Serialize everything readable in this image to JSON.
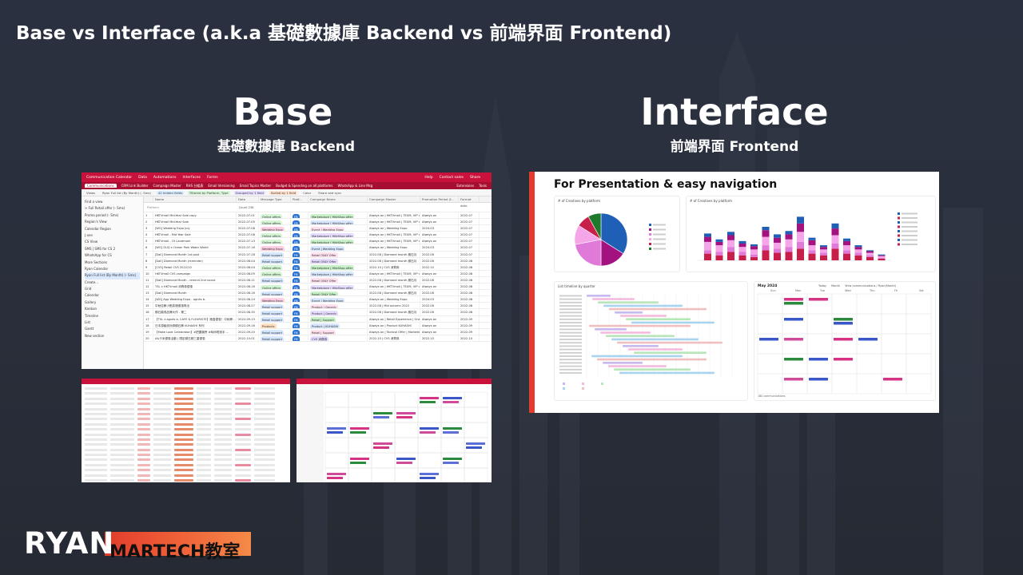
{
  "slide": {
    "title": "Base vs Interface (a.k.a 基礎數據庫 Backend vs 前端界面 Frontend)"
  },
  "base": {
    "heading": "Base",
    "subheading": "基礎數據庫 Backend",
    "screenshot": {
      "app_title": "Communication Calendar",
      "top_menu": [
        "Data",
        "Automations",
        "Interfaces",
        "Forms"
      ],
      "top_right": [
        "Help",
        "Contact sales",
        "Share"
      ],
      "tabs": [
        "Communications",
        "CRM Link Builder",
        "Campaign Master",
        "RHS 分組表",
        "Email Versioning",
        "Email Topics Master",
        "Budget & Spending on all platforms",
        "WhatsApp & Line Msg"
      ],
      "tabs_right": [
        "Extensions",
        "Tools"
      ],
      "toolbar": [
        "Views",
        "Ryan Full list (By Month) (- Sms)",
        "42 hidden fields",
        "Filtered by Platform, Type",
        "Grouped by 1 field",
        "Sorted by 1 field",
        "Color",
        "Share and sync"
      ],
      "sidebar": [
        "Find a view",
        "> Full Retail offer (- Sms)",
        "Promo period (- Sms)",
        "Region's View",
        "Calendar Region",
        "J one",
        "CS View",
        "SMS | SMS for CS 2",
        "WhatsApp for CS",
        "More Sections",
        "Ryan Calendar",
        "Ryan Full list (By Month) (- Sms)",
        "Create...",
        "Grid",
        "Calendar",
        "Gallery",
        "Kanban",
        "Timeline",
        "List",
        "Gantt",
        "New section"
      ],
      "columns": [
        "",
        "Name",
        "Date",
        "Message Type",
        "Platf...",
        "Campaign Name",
        "Campaign Master",
        "Promotion Period (f...",
        "Format date"
      ],
      "group_label": "Platform",
      "group_count": "Count 238",
      "rows": [
        [
          "1",
          "HKTVmall Mid-Year Sale copy",
          "2022-07-01",
          "Online offers",
          "FB",
          "Marketplace | HKeShop offer",
          "Always on | HKTVmall | TEUM, VIP day",
          "Always on",
          "2022-07"
        ],
        [
          "2",
          "HKTVmall Mid-Year Sale",
          "2022-07-05",
          "Online offers",
          "FB",
          "Marketplace | HKeShop offer",
          "Always on | HKTVmall | TEUM, VIP day",
          "Always on",
          "2022-07"
        ],
        [
          "3",
          "[WG] Wedding Expo July",
          "2022-07-08",
          "Wedding Expo",
          "FB",
          "Event | Wedding Expo",
          "Always on | Wedding Expo",
          "2024.03",
          "2022-07"
        ],
        [
          "4",
          "HKTVmall - Mid Year Sale",
          "2022-07-08",
          "Online offers",
          "FB",
          "Marketplace | HKeShop offer",
          "Always on | HKTVmall | TEUM, VIP day",
          "Always on",
          "2022-07"
        ],
        [
          "5",
          "HKTVmall - 15 Landmark",
          "2022-07-13",
          "Online offers",
          "FB",
          "Marketplace | HKeShop offer",
          "Always on | HKTVmall | TEUM, VIP day",
          "Always on",
          "2022-07"
        ],
        [
          "6",
          "[WG] GUQ x Ocean Park Water World",
          "2022-07-16",
          "Wedding Expo",
          "FB",
          "Event | Wedding Expo",
          "Always on | Wedding Expo",
          "2024.03",
          "2022-07"
        ],
        [
          "7",
          "[Dall] Diamond Month 1st post",
          "2022-07-28",
          "Retail support",
          "FB",
          "Retail ONLY Offer",
          "2022.08 | Diamond month 鑽石月",
          "2022.08",
          "2022-07"
        ],
        [
          "8",
          "[Dall] Diamond Month (reminder)",
          "2022-08-04",
          "Retail support",
          "FB",
          "Retail ONLY Offer",
          "2022.08 | Diamond month 鑽石月",
          "2022.08",
          "2022-08"
        ],
        [
          "9",
          "[CVS] Retail CVS 2022/10",
          "2022-08-04",
          "Online offers",
          "FB",
          "Marketplace | HKeShop offer",
          "2022.10 | CVS 消費券",
          "2022.10",
          "2022-08"
        ],
        [
          "10",
          "HKTVmall CVS campaign",
          "2022-08-09",
          "Online offers",
          "FB",
          "Marketplace | HKeShop offer",
          "Always on | HKTVmall | TEUM, VIP day",
          "Always on",
          "2022-08"
        ],
        [
          "11",
          "[Dall] Diamond Month - remind 2nd round",
          "2022-08-11",
          "Retail support",
          "FB",
          "Retail ONLY Offer",
          "2022.08 | Diamond month 鑽石月",
          "2022.08",
          "2022-08"
        ],
        [
          "12",
          "TSL x HKTVmall 消費券優惠",
          "2022-08-16",
          "Online offers",
          "FB",
          "Marketplace | HKeShop offer",
          "Always on | HKTVmall | TEUM, VIP day",
          "Always on",
          "2022-08"
        ],
        [
          "13",
          "[Dall] Diamond Month",
          "2022-08-16",
          "Retail support",
          "FB",
          "Retail ONLY Offer",
          "2022.08 | Diamond month 鑽石月",
          "2022.08",
          "2022-08"
        ],
        [
          "14",
          "[WG] App Wedding Expo - agnès b.",
          "2022-08-24",
          "Wedding Expo",
          "FB",
          "Event | Wedding Expo",
          "Always on | Wedding Expo",
          "2024.03",
          "2022-08"
        ],
        [
          "15",
          "中秋佳節小點茶禮優惠再出",
          "2022-08-27",
          "Retail support",
          "FB",
          "Product | Generic",
          "2022.08 | Mid autumn 2022",
          "2022.08",
          "2022-08"
        ],
        [
          "16",
          "鑽石婚戒品牌大作 - 第二",
          "2022-08-30",
          "Retail support",
          "FB",
          "Product | Generic",
          "2022.08 | Diamond month 鑽石月",
          "2022.08",
          "2022-08"
        ],
        [
          "17",
          "【TSL x agnès b. CAFE & FLEURISTE】禮盒優惠！中秋節 …",
          "2022-09-13",
          "Retail support",
          "FB",
          "Retail | Support",
          "Always on | Retail Experience | One day",
          "Always on",
          "2022-09"
        ],
        [
          "18",
          "日本頂級設計師鑽石飾 KUHASHI 系列",
          "2022-09-16",
          "Products",
          "FB",
          "Product | KUHASHI",
          "Always on | Product KUHASHI",
          "Always on",
          "2022-09"
        ],
        [
          "19",
          "【Make Look Celebration】#把握機會 #時尚唔到手 …",
          "2022-09-20",
          "Retail support",
          "FB",
          "Retail | Support",
          "Always on | Tactical Offer | Marketing",
          "Always on",
          "2022-09"
        ],
        [
          "20",
          "A&卡米優惠活動 | 限定鑽石號三重優惠",
          "2022-10-01",
          "Retail support",
          "FB",
          "CVS 消費券",
          "2022.10 | CVS 消費券",
          "2022.10",
          "2022-10"
        ]
      ]
    }
  },
  "interface": {
    "heading": "Interface",
    "subheading": "前端界面 Frontend",
    "screenshot": {
      "title": "For Presentation & easy navigation",
      "pie_label": "# of Creatives by platform",
      "bar_label": "# of Creatives by platform",
      "timeline_label": "List timeline by quarter",
      "calendar_month": "May 2024",
      "calendar_toolbar": [
        "Today",
        "Month"
      ],
      "calendar_filter": "View communications / Ryan(Month)",
      "calendar_days": [
        "Sun",
        "Mon",
        "Tue",
        "Wed",
        "Thu",
        "Fri",
        "Sat"
      ],
      "calendar_footer": "160 communications"
    }
  },
  "logo": {
    "ryan": "RYAN",
    "martech": "MARTECH教室"
  },
  "colors": {
    "background": "#2a2f3c",
    "airtable_red": "#c9123b",
    "interface_accent": "#e63a2e",
    "logo_gradient_start": "#e23c2a",
    "logo_gradient_end": "#f58a47"
  }
}
